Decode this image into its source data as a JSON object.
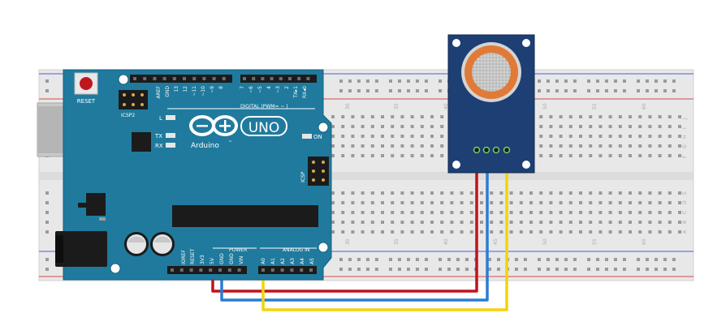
{
  "board": {
    "model": "UNO",
    "brand": "Arduino",
    "trademark": "™",
    "reset_label": "RESET",
    "icsp2_label": "ICSP2",
    "icsp_label": "ICSP",
    "digital_label": "DIGITAL (PWM= ~ )",
    "analog_label": "ANALOG IN",
    "power_label": "POWER",
    "led_l": "L",
    "led_tx": "TX",
    "led_rx": "RX",
    "led_on": "ON",
    "digital_pins": [
      "AREF",
      "GND",
      "13",
      "12",
      "~11",
      "~10",
      "~9",
      "8",
      "7",
      "~6",
      "~5",
      "4",
      "~3",
      "2",
      "TX▸1",
      "RX◂0"
    ],
    "power_pins": [
      "IOREF",
      "RESET",
      "3V3",
      "5V",
      "GND",
      "GND",
      "VIN"
    ],
    "analog_pins": [
      "A0",
      "A1",
      "A2",
      "A3",
      "A4",
      "A5"
    ]
  },
  "breadboard": {
    "column_numbers": [
      "30",
      "35",
      "40",
      "45",
      "50",
      "55",
      "60"
    ],
    "rows_top": [
      "J",
      "I",
      "H",
      "G",
      "F"
    ],
    "rows_bottom": [
      "E",
      "D",
      "C",
      "B",
      "A"
    ]
  },
  "wires": [
    {
      "name": "5V",
      "color": "#c0141a"
    },
    {
      "name": "GND",
      "color": "#2a7dd1"
    },
    {
      "name": "A0",
      "color": "#f2d40c"
    }
  ],
  "colors": {
    "board": "#1f7a9e",
    "board_edge": "#17607c",
    "sensor_board": "#1d3f73",
    "sensor_ring": "#e07a36",
    "breadboard": "#e6e6e6",
    "rail_red": "#d44a4a",
    "rail_blue": "#4a5fd4"
  }
}
